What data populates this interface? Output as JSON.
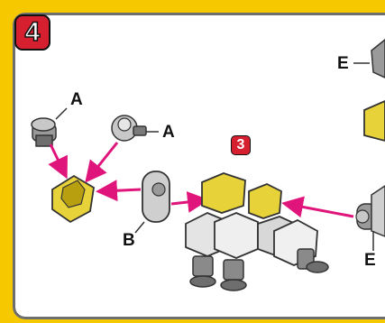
{
  "step": {
    "number": "4"
  },
  "sub_step": {
    "number": "3"
  },
  "part_labels": {
    "a_top": "A",
    "a_right": "A",
    "b": "B",
    "e_top": "E",
    "e_bottom": "E"
  },
  "colors": {
    "border": "#f5c800",
    "badge": "#d6202f",
    "arrow": "#e0157c",
    "yellow_cube": "#e8d23a",
    "gray_part": "#bdbdbd"
  }
}
